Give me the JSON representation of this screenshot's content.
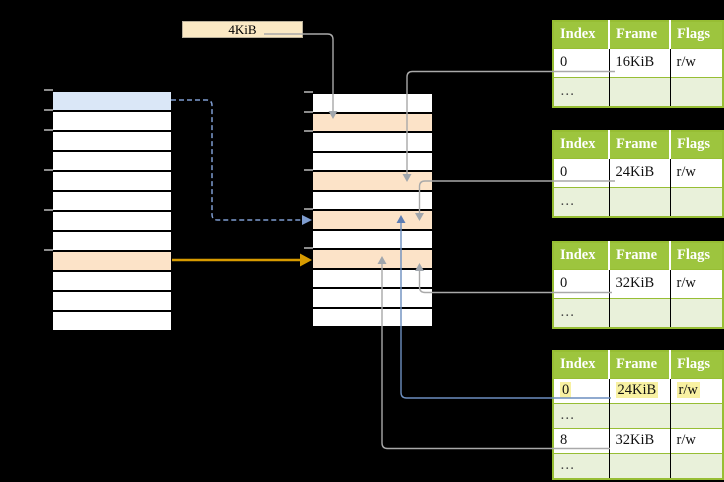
{
  "frame_size_label": "4KiB",
  "page_tables": [
    {
      "id": "page-table-16kib",
      "headers": [
        "Index",
        "Frame",
        "Flags"
      ],
      "rows": [
        {
          "index": "0",
          "frame": "16KiB",
          "flags": "r/w",
          "highlight": false
        },
        {
          "index": "…",
          "frame": "",
          "flags": "",
          "highlight": false
        }
      ]
    },
    {
      "id": "page-table-24kib",
      "headers": [
        "Index",
        "Frame",
        "Flags"
      ],
      "rows": [
        {
          "index": "0",
          "frame": "24KiB",
          "flags": "r/w",
          "highlight": false
        },
        {
          "index": "…",
          "frame": "",
          "flags": "",
          "highlight": false
        }
      ]
    },
    {
      "id": "page-table-32kib",
      "headers": [
        "Index",
        "Frame",
        "Flags"
      ],
      "rows": [
        {
          "index": "0",
          "frame": "32KiB",
          "flags": "r/w",
          "highlight": false
        },
        {
          "index": "…",
          "frame": "",
          "flags": "",
          "highlight": false
        }
      ]
    },
    {
      "id": "page-table-bottom",
      "headers": [
        "Index",
        "Frame",
        "Flags"
      ],
      "rows": [
        {
          "index": "0",
          "frame": "24KiB",
          "flags": "r/w",
          "highlight": true
        },
        {
          "index": "…",
          "frame": "",
          "flags": "",
          "highlight": false
        },
        {
          "index": "8",
          "frame": "32KiB",
          "flags": "r/w",
          "highlight": false
        },
        {
          "index": "…",
          "frame": "",
          "flags": "",
          "highlight": false
        }
      ]
    }
  ],
  "arrows": [
    {
      "style": "gray",
      "from": "4KiB label",
      "to": "memory frame 2 (4KiB)"
    },
    {
      "style": "gray",
      "from": "table-16kib row 0",
      "to": "memory frame 5 (16KiB)"
    },
    {
      "style": "gray",
      "from": "table-24kib row 0",
      "to": "memory frame 7 (24KiB)"
    },
    {
      "style": "gray",
      "from": "table-32kib row 0",
      "to": "memory frame 9 (32KiB)"
    },
    {
      "style": "blue-dashed",
      "from": "left table blue row",
      "to": "memory frame 7 (24KiB)"
    },
    {
      "style": "orange",
      "from": "left table orange row",
      "to": "memory frame 9 (32KiB)"
    },
    {
      "style": "blue",
      "from": "table-bottom row 0 (24KiB)",
      "to": "memory frame 7 (24KiB)"
    },
    {
      "style": "gray",
      "from": "table-bottom row 8 (32KiB)",
      "to": "memory frame 9 (32KiB)"
    }
  ],
  "colors": {
    "background": "#000000",
    "header_green": "#9DC53E",
    "border_green": "#97BE34",
    "row_light_green": "#E9F1DA",
    "frame_highlight_orange": "#FCE3C8",
    "entry_highlight_blue": "#DAE7F7",
    "value_highlight_yellow": "#F8F1A2",
    "label_box_cream": "#FBE9C4",
    "arrow_gray": "#A9A9A9",
    "arrow_blue": "#6C8EBF",
    "arrow_blue_dashed": "#7E9CCF",
    "arrow_orange": "#D79B00"
  }
}
